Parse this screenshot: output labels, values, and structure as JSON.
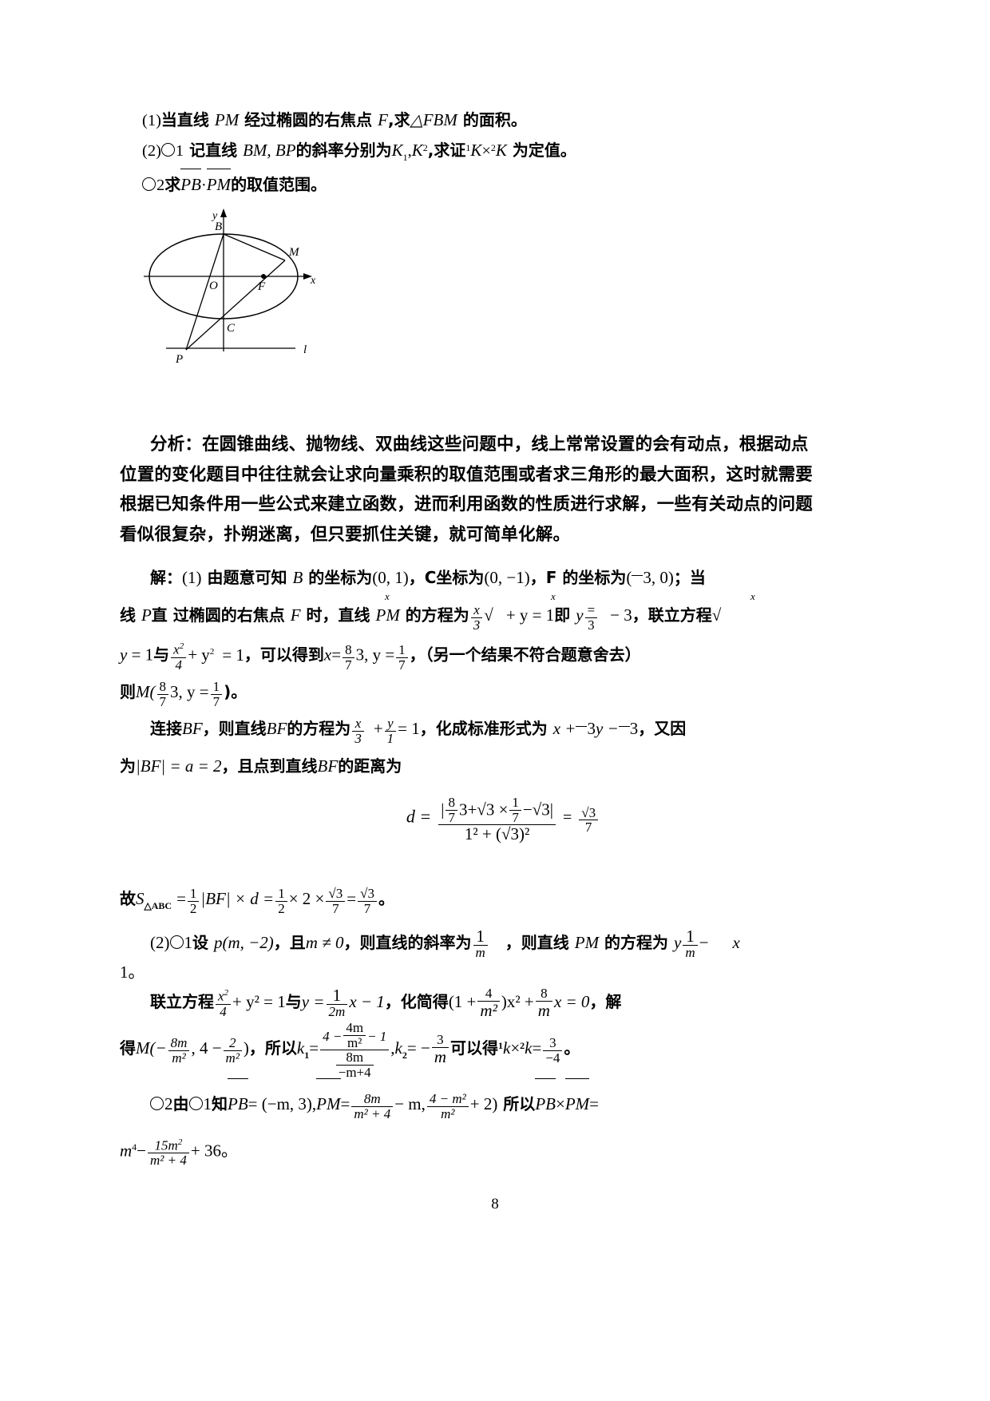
{
  "document": {
    "page_number": "8",
    "language": "zh-CN",
    "type": "math-textbook-page"
  },
  "problem": {
    "part1": {
      "number": "(1)",
      "text_a": "当直线 ",
      "math_a": "PM",
      "text_b": " 经过椭圆的右焦点 ",
      "math_b": "F",
      "text_c": ",求",
      "math_c": "△FBM",
      "text_d": " 的面积。"
    },
    "part2": {
      "number": "(2)",
      "circle1": "1",
      "text_a": " 记直线 ",
      "math_a": "BM, BP",
      "text_b": "的斜率分别为",
      "k1": "K",
      "k1_sub": "1",
      "k2": "K",
      "k2_sub": "2",
      "text_c": ",求证",
      "k3": "K",
      "k3_sub": "1",
      "times": "×",
      "k4": "K",
      "k4_sub": "2",
      "text_d": " 为定值。",
      "circle2": "2",
      "text_e": "求",
      "vec1": "PB",
      "dot": "·",
      "vec2": "PM",
      "text_f": "的取值范围。"
    }
  },
  "figure": {
    "name": "ellipse-diagram",
    "axis_x_label": "x",
    "axis_y_label": "y",
    "points": [
      {
        "label": "B",
        "desc": "top vertex of ellipse on y-axis"
      },
      {
        "label": "M",
        "desc": "point on ellipse in first quadrant right side"
      },
      {
        "label": "O",
        "desc": "origin"
      },
      {
        "label": "F",
        "desc": "right focus, marked with dot"
      },
      {
        "label": "C",
        "desc": "bottom vertex of ellipse on y-axis"
      },
      {
        "label": "P",
        "desc": "point below ellipse on line l"
      }
    ],
    "line_label": "l"
  },
  "analysis": {
    "lines": [
      "分析：在圆锥曲线、抛物线、双曲线这些问题中，线上常常设置的会有动点，根据动点",
      "位置的变化题目中往往就会让求向量乘积的取值范围或者求三角形的最大面积，这时就需要",
      "根据已知条件用一些公式来建立函数，进而利用函数的性质进行求解，一些有关动点的问题",
      "看似很复杂，扑朔迷离，但只要抓住关键，就可简单化解。"
    ]
  },
  "solution": {
    "line1": {
      "prefix": "解：",
      "num": "(1)",
      "t1": " 由题意可知 ",
      "m1": "B",
      "t2": " 的坐标为",
      "m2": "(0, 1)",
      "t3": "，C坐标为",
      "m3": "(0, −1)",
      "t4": "，F 的坐标为",
      "m4": "(",
      "rad1": "3",
      "m5": ", 0)",
      "t5": "；当",
      "stray_x1": "x",
      "stray_x2": "x",
      "stray_x3": "x"
    },
    "line2": {
      "t1": "线 ",
      "m1": "P",
      "t2": "直",
      "t3": " 过椭圆的右焦点 ",
      "m2": "F",
      "t4": " 时，直线 ",
      "m3": "PM",
      "t5": " 的方程为",
      "frac_num": "x",
      "frac_den": "3",
      "rad_mark": "√",
      "plus_y": "+ y = 1",
      "t6": "即 ",
      "m4": "y",
      "overline": "=",
      "den2": "3",
      "minus3": "− 3",
      "t7": "，联立方程",
      "rad2": "√"
    },
    "line3": {
      "m1": "y",
      "t1": " = 1",
      "t2": "与",
      "fr_num": "x",
      "fr_sup": "2",
      "fr_den": "4",
      "plus": "+ y",
      "sup2": "2",
      "eq1": "= 1",
      "t3": "，可以得到",
      "m2": "x",
      "eq2": "=",
      "frac8_num": "8",
      "frac8_den": "7",
      "rad3": "3",
      "comma": ", y =",
      "frac17_num": "1",
      "frac17_den": "7",
      "t4": "，（另一个结果不符合题意舍去）"
    },
    "line4": {
      "t1": "则",
      "m1": "M(",
      "f1_num": "8",
      "f1_den": "7",
      "rad": "3",
      "t2": ", y =",
      "f2_num": "1",
      "f2_den": "7",
      "t3": ")。"
    },
    "line5": {
      "t1": "连接",
      "m1": "BF",
      "t2": "，则直线",
      "m2": "BF",
      "t3": "的方程为",
      "fx_num": "x",
      "fx_den": "3",
      "rad1": "√",
      "plus": "+",
      "fy_num": "y",
      "fy_den": "1",
      "eq": "= 1",
      "t4": "，化成标准形式为 ",
      "m3": "x +",
      "rad2": "3",
      "m4": "y −",
      "rad3": "3",
      "t5": "，又因"
    },
    "line6": {
      "t1": "为",
      "m1": "|BF| = a = 2",
      "t2": "，且点到直线",
      "m2": "BF",
      "t3": "的距离为"
    },
    "dformula": {
      "lhs": "d =",
      "abs_open": "|",
      "n1_num": "8",
      "n1_rad": "3",
      "n1_den": "7",
      "plus": "+",
      "rad_a": "√",
      "n2": "3 ×",
      "n3_num": "1",
      "n3_den": "7",
      "minus": "−",
      "rad_b": "√",
      "n4": "3",
      "abs_close": "|",
      "denom": "1² + (√3)²",
      "eq": "=",
      "res_num": "3",
      "res_den": "7",
      "res_rad": "√"
    },
    "line7": {
      "t1": "故",
      "m1": "S",
      "sub": "△ABC",
      "eq1": "=",
      "f1_num": "1",
      "f1_den": "2",
      "m2": "|BF| × d =",
      "f2_num": "1",
      "f2_den": "2",
      "m3": "× 2 ×",
      "f3_num": "3",
      "f3_den": "7",
      "f3_rad": "√",
      "eq2": "=",
      "f4_num": "3",
      "f4_den": "7",
      "f4_rad": "√",
      "t2": "。"
    },
    "line8": {
      "num": "(2)",
      "circle": "1",
      "t1": "设 ",
      "m1": "p(m, −2)",
      "t2": "，且",
      "m2": "m ≠ 0",
      "t3": "，则直线的斜率为",
      "f_num": "1",
      "f_den": "m",
      "t4": "，则直线 ",
      "m3": "PM",
      "t5": " 的方程为 ",
      "m4": "y",
      "f2_num": "1",
      "f2_den": "m",
      "m5": "−",
      "m6": "x",
      "t6": "1。"
    },
    "line9": {
      "t1": "联立方程",
      "f1_num": "x",
      "f1_sup": "2",
      "f1_den": "4",
      "m1": "+ y² = 1",
      "t2": "与",
      "m2": "y =",
      "f2_num": "1",
      "f2_den": "2m",
      "m3": "x − 1",
      "t3": "，化简得",
      "m4": "(1 +",
      "f3_num": "4",
      "f3_den": "m²",
      "m5": ")x² +",
      "f4_num": "8",
      "f4_den": "m",
      "m6": "x = 0",
      "t4": "，解"
    },
    "line10": {
      "t1": "得",
      "m1": "M(−",
      "f1_num": "8m",
      "f1_den": "m²",
      "comma": ", 4 −",
      "f2_num": "2",
      "f2_den": "m²",
      "close": ")",
      "t2": "，所以",
      "m2": "k",
      "sub1": "1",
      "eq": "=",
      "big_num_top": "4 −",
      "big_num_fr_num": "4m",
      "big_num_fr_den": "m²",
      "big_num_minus1": "− 1",
      "big_den_fr_num": "8m",
      "big_den_fr_den": "−m+4",
      "comma2": ",",
      "m3": "k",
      "sub2": "2",
      "eq2": "= −",
      "f3_num": "3",
      "f3_den": "m",
      "t3": "可以得",
      "m4": "k",
      "sub3": "1",
      "times": "×",
      "m5": "k",
      "sub4": "2",
      "eq3": "=",
      "f4_num": "3",
      "f4_den": "4",
      "f4_sign": "−",
      "t4": "。"
    },
    "line11": {
      "circle": "2",
      "t1": "由",
      "circle_ref": "1",
      "t2": "知",
      "vec1": "PB",
      "eq1": "= (−m, 3)",
      "comma": ",",
      "vec2": "PM",
      "eq2": "=",
      "f1_num": "8m",
      "f1_den": "m² + 4",
      "minus_m": "− m,",
      "f2_num": "4 − m²",
      "f2_den": "m²",
      "plus2": "+ 2)",
      "t3": " 所以",
      "vec3": "PB",
      "times": "×",
      "vec4": "PM",
      "eq3": "="
    },
    "line12": {
      "m_top": "m",
      "sup4": "4",
      "minus": "−",
      "f_num": "15m",
      "f_sup": "2",
      "f_den": "m² + 4",
      "plus36": "+ 36。"
    }
  }
}
